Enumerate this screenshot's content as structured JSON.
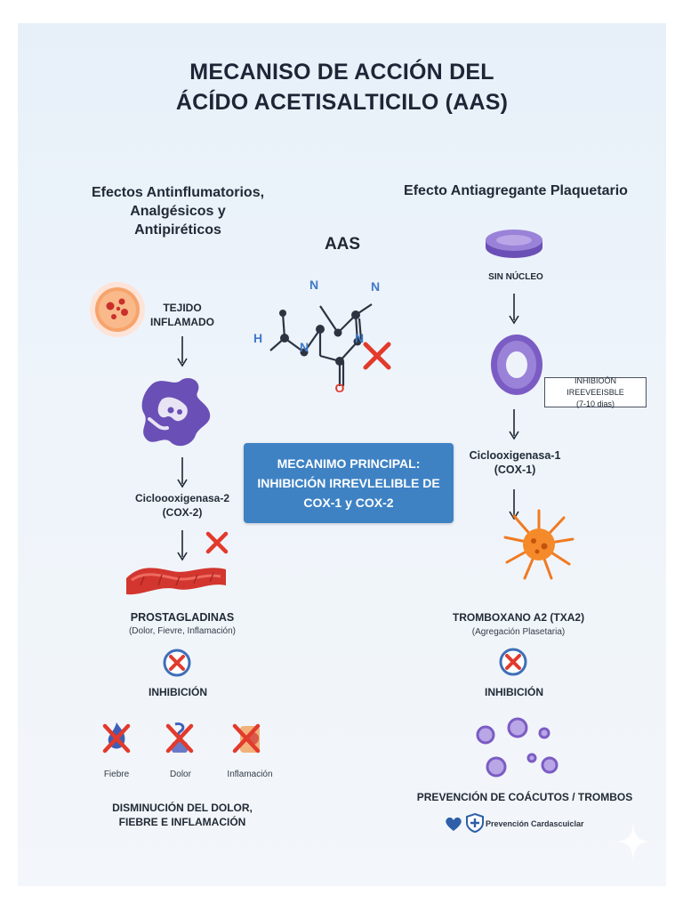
{
  "title": {
    "line1": "MECANISO DE ACCIÓN DEL",
    "line2": "ÁCÍDO ACETISALTICILO (AAS)"
  },
  "left": {
    "heading": [
      "Efectos Antinflumatorios,",
      "Analgésicos y",
      "Antipiréticos"
    ],
    "tissue_label": [
      "TEJIDO",
      "INFLAMADO"
    ],
    "enzyme_label": [
      "Cicloooxigenasa-2",
      "(COX-2)"
    ],
    "product_label": "PROSTAGLADINAS",
    "product_sub": "(Dolor, Fievre, Inflamación)",
    "inhibition": "INHIBICIÓN",
    "symptoms": [
      "Fiebre",
      "Dolor",
      "Inflamación"
    ],
    "result": [
      "DISMINUCIÓN DEL DOLOR,",
      "FIEBRE E INFLAMACIÓN"
    ]
  },
  "center": {
    "drug_label": "AAS",
    "atoms": [
      "N",
      "N",
      "N",
      "N",
      "H",
      "O"
    ],
    "banner": [
      "MECANIMO PRINCIPAL:",
      "INHIBICIÓN IRREVLELIBLE DE",
      "COX-1 y COX-2"
    ]
  },
  "right": {
    "heading": "Efecto Antiagregante Plaquetario",
    "platelet_label": "SIN NÚCLEO",
    "inhibition_box": [
      "INHIBIOÓN IREEVEEISBLE",
      "(7-10 dias)"
    ],
    "enzyme_label": [
      "Ciclooxigenasa-1",
      "(COX-1)"
    ],
    "product_label": "TROMBOXANO A2 (TXA2)",
    "product_sub": "(Agregación Plasetaria)",
    "inhibition": "INHIBICIÓN",
    "result": "PREVENCIÓN DE COÁCUTOS / TROMBOS",
    "footer": "Prevención Cardascuiclar"
  },
  "colors": {
    "purple": "#7b5cc4",
    "red_x": "#e23a2c",
    "banner": "#3e82c4",
    "orange": "#f07a22"
  }
}
